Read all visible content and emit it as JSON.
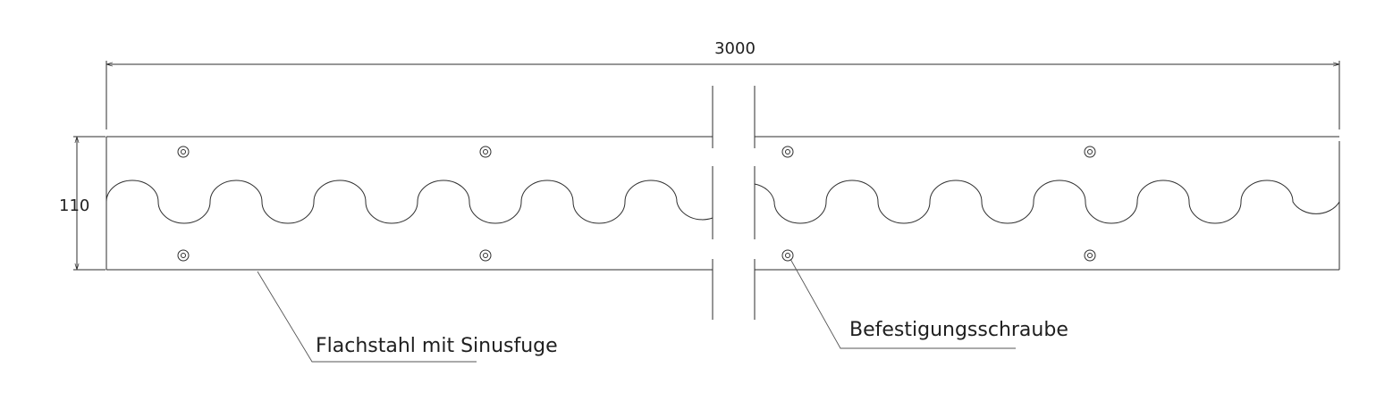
{
  "dimensions": {
    "length": "3000",
    "height": "110"
  },
  "labels": {
    "flat_steel": "Flachstahl mit Sinusfuge",
    "screw": "Befestigungsschraube"
  },
  "colors": {
    "line": "#2e2e2e",
    "background": "#ffffff"
  }
}
